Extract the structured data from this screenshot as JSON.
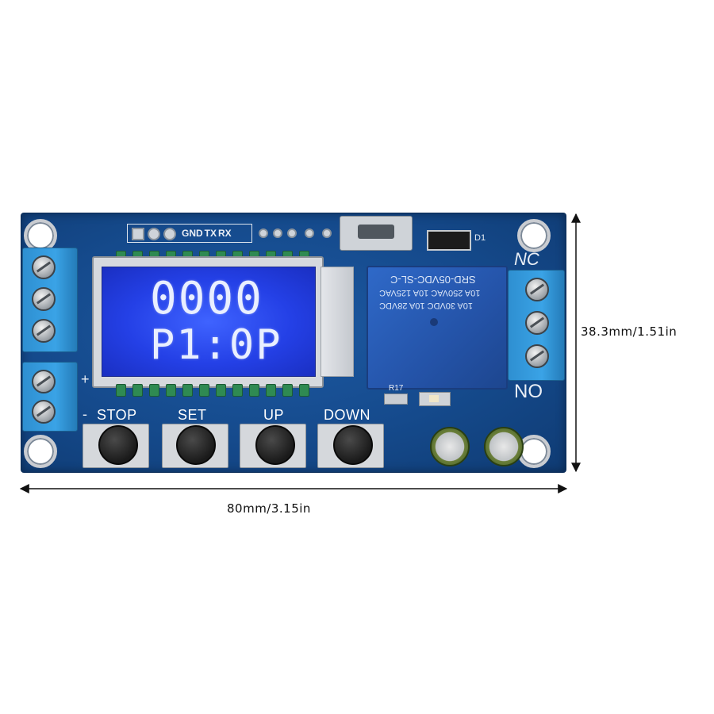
{
  "header": {
    "pins": [
      "GND",
      "TX",
      "RX"
    ],
    "diode_label": "D1"
  },
  "lcd": {
    "line1": "0000",
    "line2": "P1:0P"
  },
  "relay": {
    "model": "SRD-05VDC-SL-C",
    "rating1": "10A 250VAC  10A 125VAC",
    "rating2": "10A 30VDC  10A 28VDC"
  },
  "terminals": {
    "nc": "NC",
    "no": "NO",
    "plus": "+",
    "minus": "-"
  },
  "resistor_label": "R17",
  "buttons": [
    {
      "label": "STOP"
    },
    {
      "label": "SET"
    },
    {
      "label": "UP"
    },
    {
      "label": "DOWN"
    }
  ],
  "dimensions": {
    "width": "80mm/3.15in",
    "height": "38.3mm/1.51in"
  },
  "colors": {
    "board": "#154a8c",
    "lcd": "#2440e6",
    "terminal": "#3aa3e6"
  }
}
